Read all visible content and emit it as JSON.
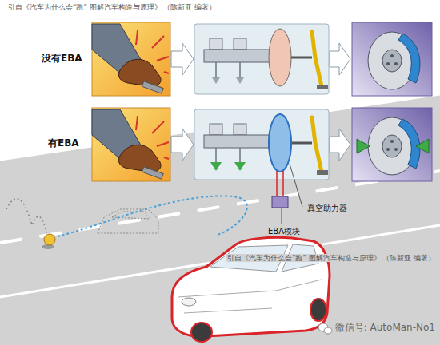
{
  "diagram": {
    "labels": [
      "引自《汽车为什么会“跑” 图解汽车构造与原理》 （陈新亚 编著）",
      "没有EBA",
      "有EBA",
      "真空助力器",
      "EBA模块",
      "引自《汽车为什么会“跑” 图解汽车构造与原理》 （陈新亚 编著）",
      "微信号: AutoMan-No1"
    ]
  }
}
